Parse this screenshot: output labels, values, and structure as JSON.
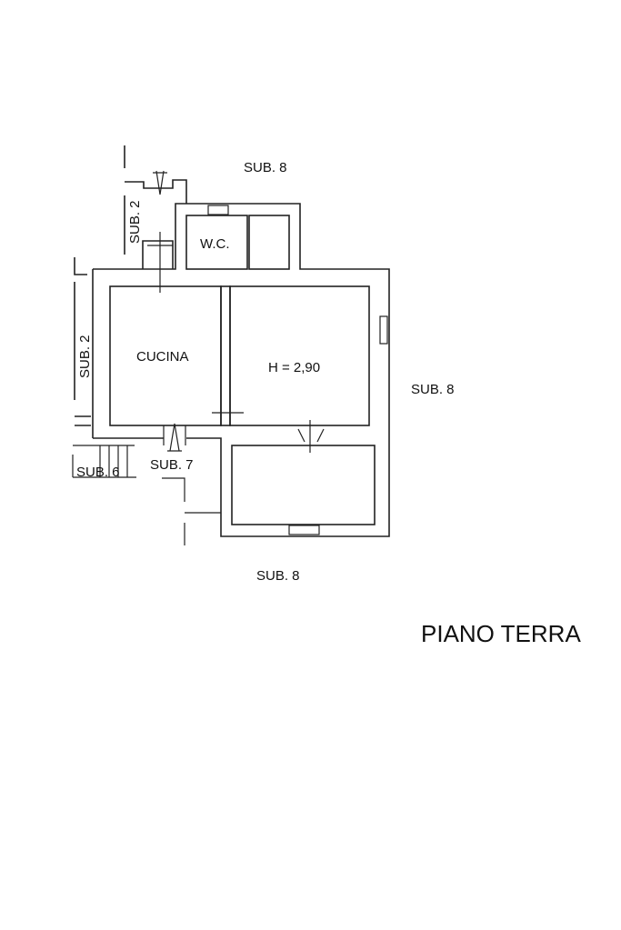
{
  "plan": {
    "title": "PIANO TERRA",
    "labels": {
      "sub8_top": "SUB. 8",
      "sub2_upper": "SUB. 2",
      "wc": "W.C.",
      "sub2_left": "SUB. 2",
      "cucina": "CUCINA",
      "height": "H = 2,90",
      "sub8_right": "SUB. 8",
      "sub7": "SUB. 7",
      "sub6": "SUB. 6",
      "sub8_bottom": "SUB. 8"
    }
  }
}
